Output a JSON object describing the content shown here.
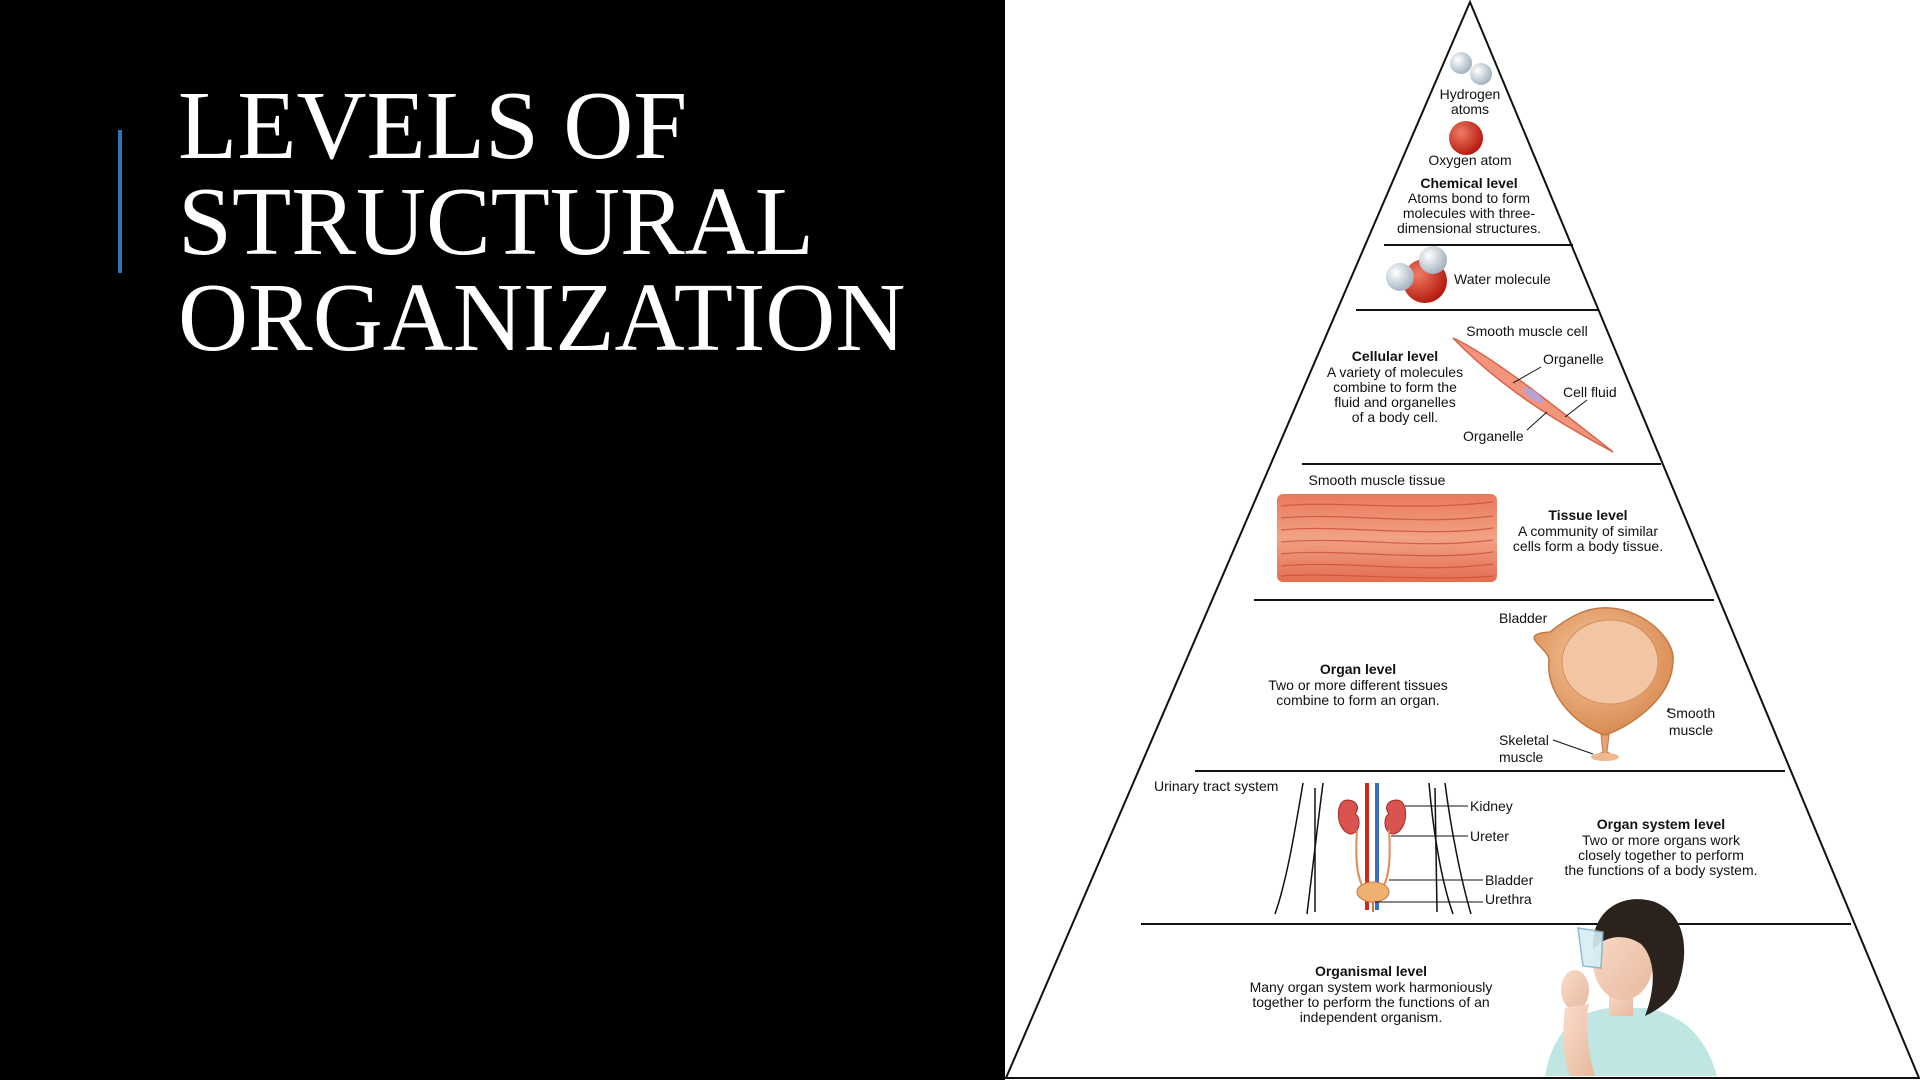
{
  "slide": {
    "title_lines": [
      "LEVELS OF",
      "STRUCTURAL",
      "ORGANIZATION"
    ],
    "accent_color": "#2e74b5"
  },
  "diagram": {
    "chemical": {
      "hydrogen_label": [
        "Hydrogen",
        "atoms"
      ],
      "oxygen_label": "Oxygen atom",
      "heading": "Chemical level",
      "desc": [
        "Atoms bond to form",
        "molecules with three-",
        "dimensional structures."
      ]
    },
    "molecule": {
      "label": "Water molecule"
    },
    "cellular": {
      "heading": "Cellular level",
      "desc": [
        "A variety of molecules",
        "combine to form the",
        "fluid and organelles",
        "of a body cell."
      ],
      "cell_label": "Smooth muscle cell",
      "organelle_top": "Organelle",
      "cell_fluid": "Cell fluid",
      "organelle_bottom": "Organelle"
    },
    "tissue": {
      "tissue_label": "Smooth muscle tissue",
      "heading": "Tissue level",
      "desc": [
        "A community of similar",
        "cells form a body tissue."
      ]
    },
    "organ": {
      "bladder_label": "Bladder",
      "heading": "Organ level",
      "desc": [
        "Two or more different tissues",
        "combine to form an organ."
      ],
      "smooth_muscle": [
        "Smooth",
        "muscle"
      ],
      "skeletal_muscle": [
        "Skeletal",
        "muscle"
      ]
    },
    "organ_system": {
      "system_label": "Urinary tract system",
      "kidney": "Kidney",
      "ureter": "Ureter",
      "bladder": "Bladder",
      "urethra": "Urethra",
      "heading": "Organ system level",
      "desc": [
        "Two or more organs work",
        "closely together to perform",
        "the functions of a body system."
      ]
    },
    "organismal": {
      "heading": "Organismal level",
      "desc": [
        "Many organ system work harmoniously",
        "together to perform the functions of an",
        "independent organism."
      ]
    }
  }
}
